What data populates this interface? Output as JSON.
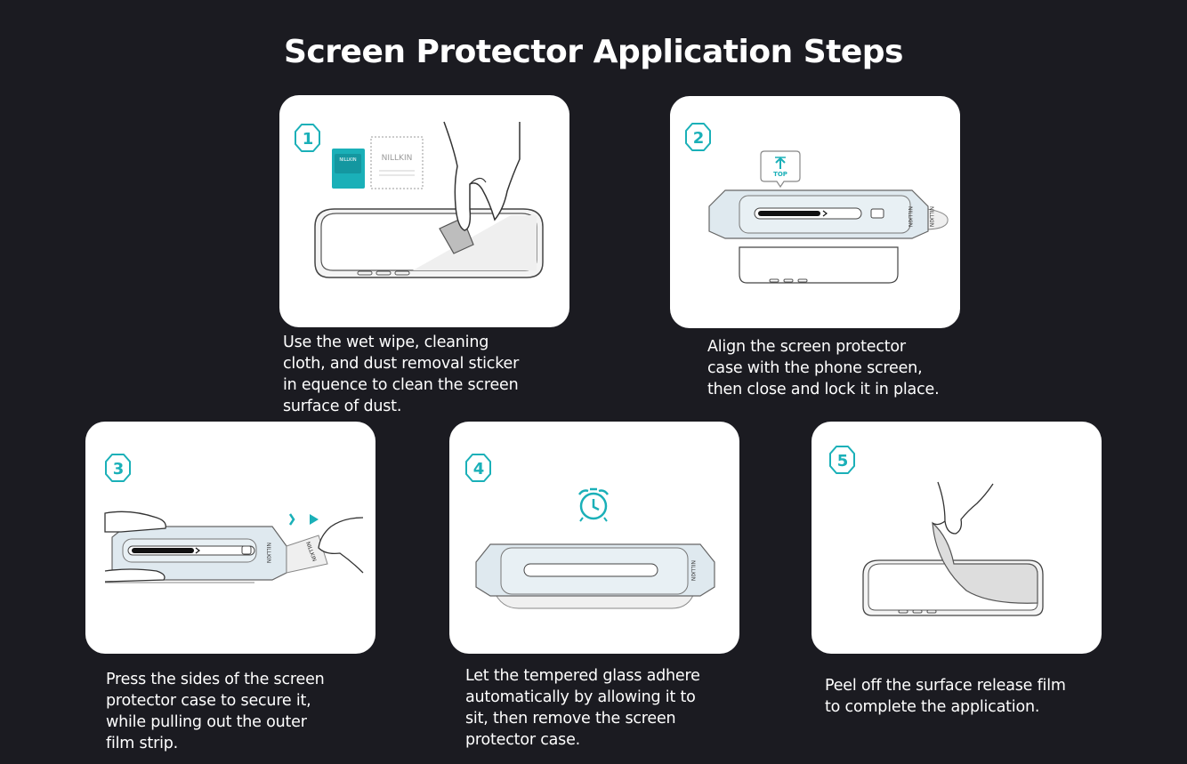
{
  "title": "Screen Protector Application Steps",
  "accent_color": "#1ab0b8",
  "steps": [
    {
      "number": "1",
      "description": "Use the wet wipe, cleaning\ncloth, and dust removal sticker\n in equence to clean the screen\nsurface of dust.",
      "brand_text": "NILLKIN",
      "icons": [
        "wet-wipe-icon",
        "cleaning-cloth-icon",
        "hand-icon",
        "phone-icon"
      ]
    },
    {
      "number": "2",
      "description": "Align the screen protector\ncase with the phone screen,\nthen close and lock it in place.",
      "top_label": "TOP",
      "brand_text": "NILLKIN",
      "icons": [
        "top-arrow-icon",
        "down-arrow-icon",
        "phone-icon"
      ]
    },
    {
      "number": "3",
      "description": "Press the sides of the screen\nprotector case to secure it,\nwhile pulling out the outer\nfilm strip.",
      "brand_text": "NILLKIN",
      "icons": [
        "hand-icon",
        "pull-arrow-icon"
      ]
    },
    {
      "number": "4",
      "description": "Let the tempered glass adhere\nautomatically by allowing it to\nsit, then remove the screen\nprotector case.",
      "brand_text": "NILLKIN",
      "icons": [
        "alarm-clock-icon"
      ]
    },
    {
      "number": "5",
      "description": "Peel off the surface release film\nto complete the application.",
      "icons": [
        "hand-icon",
        "phone-icon"
      ]
    }
  ]
}
